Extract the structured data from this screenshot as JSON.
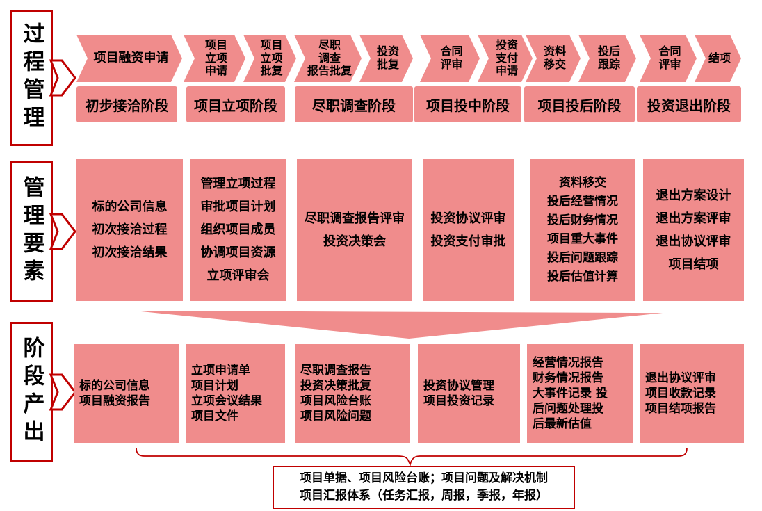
{
  "colors": {
    "pink": "#F08C8C",
    "dark_red": "#C00000",
    "text": "#000000",
    "background": "#FFFFFF"
  },
  "sections": {
    "process": {
      "label": "过程管理"
    },
    "elements": {
      "label": "管理要素"
    },
    "outputs": {
      "label": "阶段产出"
    }
  },
  "process_steps": [
    {
      "lines": [
        "项目融资申请"
      ]
    },
    {
      "lines": [
        "项目",
        "立项",
        "申请"
      ]
    },
    {
      "lines": [
        "项目",
        "立项",
        "批复"
      ]
    },
    {
      "lines": [
        "尽职",
        "调查",
        "报告批复"
      ]
    },
    {
      "lines": [
        "投资",
        "批复"
      ]
    },
    {
      "lines": [
        "合同",
        "评审"
      ]
    },
    {
      "lines": [
        "投资",
        "支付",
        "申请"
      ]
    },
    {
      "lines": [
        "资料",
        "移交"
      ]
    },
    {
      "lines": [
        "投后",
        "跟踪"
      ]
    },
    {
      "lines": [
        "合同",
        "评审"
      ]
    },
    {
      "lines": [
        "结项"
      ]
    }
  ],
  "stages": [
    {
      "label": "初步接洽阶段"
    },
    {
      "label": "项目立项阶段"
    },
    {
      "label": "尽职调查阶段"
    },
    {
      "label": "项目投中阶段"
    },
    {
      "label": "项目投后阶段"
    },
    {
      "label": "投资退出阶段"
    }
  ],
  "element_boxes": [
    {
      "lines": [
        "标的公司信息",
        "初次接洽过程",
        "初次接洽结果"
      ]
    },
    {
      "lines": [
        "管理立项过程",
        "审批项目计划",
        "组织项目成员",
        "协调项目资源",
        "立项评审会"
      ]
    },
    {
      "lines": [
        "尽职调查报告评审",
        "投资决策会"
      ]
    },
    {
      "lines": [
        "投资协议评审",
        "投资支付审批"
      ]
    },
    {
      "lines": [
        "资料移交",
        "投后经营情况",
        "投后财务情况",
        "项目重大事件",
        "投后问题跟踪",
        "投后估值计算"
      ]
    },
    {
      "lines": [
        "退出方案设计",
        "退出方案评审",
        "退出协议评审",
        "项目结项"
      ]
    }
  ],
  "output_boxes": [
    {
      "lines": [
        "标的公司信息",
        "项目融资报告"
      ]
    },
    {
      "lines": [
        "立项申请单",
        "项目计划",
        "立项会议结果",
        "项目文件"
      ]
    },
    {
      "lines": [
        "尽职调查报告",
        "投资决策批复",
        "项目风险台账",
        "项目风险问题"
      ]
    },
    {
      "lines": [
        "投资协议管理",
        "项目投资记录"
      ]
    },
    {
      "lines": [
        "经营情况报告",
        "财务情况报告",
        "大事件记录  投",
        "后问题处理投",
        "后最新估值"
      ]
    },
    {
      "lines": [
        "退出协议评审",
        "项目收款记录",
        "项目结项报告"
      ]
    }
  ],
  "footer": {
    "note_lines": [
      "项目单据、项目风险台账；项目问题及解决机制",
      "项目汇报体系（任务汇报，周报，季报，年报）"
    ]
  }
}
